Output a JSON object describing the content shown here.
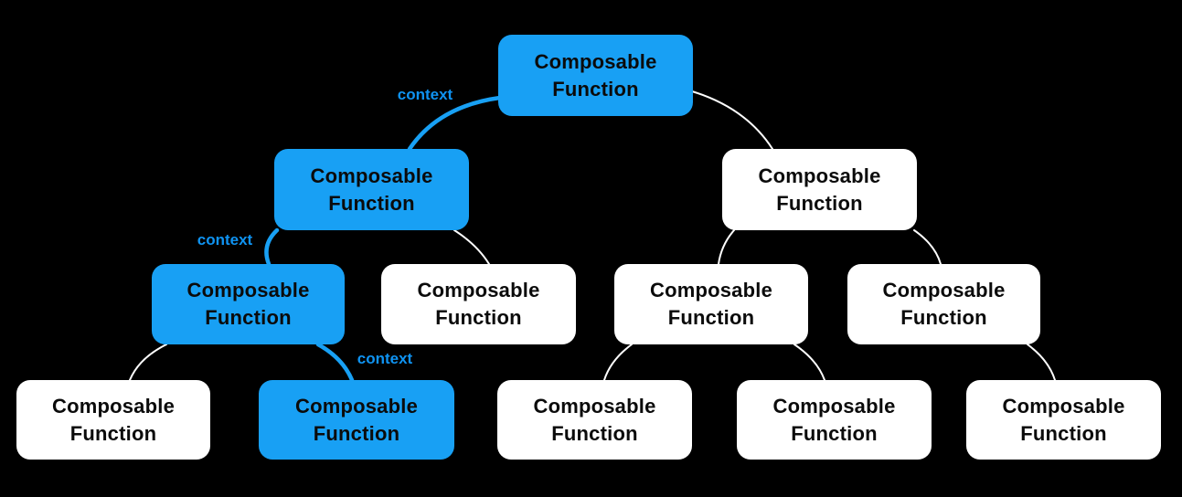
{
  "colors": {
    "background": "#000000",
    "node_blue_fill": "#18A0F4",
    "node_white_fill": "#FFFFFF",
    "node_text": "#0B0B0B",
    "edge_blue": "#18A0F4",
    "edge_white": "#FFFFFF",
    "context_label_text": "#0F93F2"
  },
  "nodes": [
    {
      "id": "root",
      "label": "Composable Function",
      "variant": "blue",
      "row": 1
    },
    {
      "id": "level2-left",
      "label": "Composable Function",
      "variant": "blue",
      "row": 2
    },
    {
      "id": "level2-right",
      "label": "Composable Function",
      "variant": "white",
      "row": 2
    },
    {
      "id": "level3-1",
      "label": "Composable Function",
      "variant": "blue",
      "row": 3
    },
    {
      "id": "level3-2",
      "label": "Composable Function",
      "variant": "white",
      "row": 3
    },
    {
      "id": "level3-3",
      "label": "Composable Function",
      "variant": "white",
      "row": 3
    },
    {
      "id": "level3-4",
      "label": "Composable Function",
      "variant": "white",
      "row": 3
    },
    {
      "id": "level4-1",
      "label": "Composable Function",
      "variant": "white",
      "row": 4
    },
    {
      "id": "level4-2",
      "label": "Composable Function",
      "variant": "blue",
      "row": 4
    },
    {
      "id": "level4-3",
      "label": "Composable Function",
      "variant": "white",
      "row": 4
    },
    {
      "id": "level4-4",
      "label": "Composable Function",
      "variant": "white",
      "row": 4
    },
    {
      "id": "level4-5",
      "label": "Composable Function",
      "variant": "white",
      "row": 4
    }
  ],
  "edges": [
    {
      "from": "root",
      "to": "level2-left",
      "highlighted": true,
      "label": "context"
    },
    {
      "from": "root",
      "to": "level2-right",
      "highlighted": false,
      "label": ""
    },
    {
      "from": "level2-left",
      "to": "level3-1",
      "highlighted": true,
      "label": "context"
    },
    {
      "from": "level2-left",
      "to": "level3-2",
      "highlighted": false,
      "label": ""
    },
    {
      "from": "level2-right",
      "to": "level3-3",
      "highlighted": false,
      "label": ""
    },
    {
      "from": "level2-right",
      "to": "level3-4",
      "highlighted": false,
      "label": ""
    },
    {
      "from": "level3-1",
      "to": "level4-2",
      "highlighted": true,
      "label": "context"
    },
    {
      "from": "level3-1",
      "to": "level4-1",
      "highlighted": false,
      "label": ""
    },
    {
      "from": "level3-3",
      "to": "level4-3",
      "highlighted": false,
      "label": ""
    },
    {
      "from": "level3-3",
      "to": "level4-4",
      "highlighted": false,
      "label": ""
    },
    {
      "from": "level3-4",
      "to": "level4-5",
      "highlighted": false,
      "label": ""
    }
  ]
}
